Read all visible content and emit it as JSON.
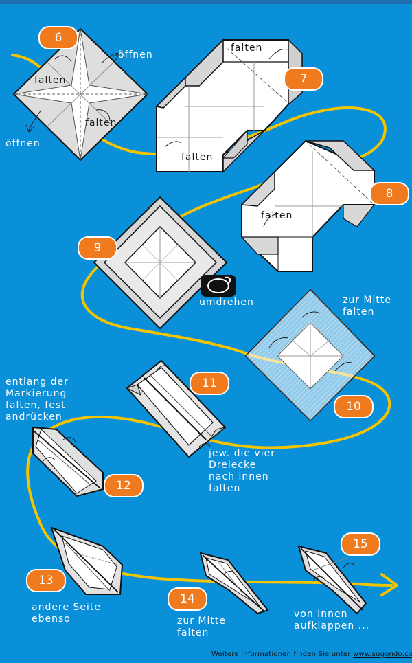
{
  "steps": [
    {
      "number": "6"
    },
    {
      "number": "7"
    },
    {
      "number": "8"
    },
    {
      "number": "9"
    },
    {
      "number": "10"
    },
    {
      "number": "11"
    },
    {
      "number": "12"
    },
    {
      "number": "13"
    },
    {
      "number": "14"
    },
    {
      "number": "15"
    }
  ],
  "labels": {
    "oeffnen": "öffnen",
    "falten": "falten",
    "umdrehen": "umdrehen",
    "zur_mitte_falten": "zur Mitte\nfalten",
    "entlang": "entlang der\nMarkierung\nfalten, fest\nandrücken",
    "dreiecke": "jew. die vier\nDreiecke\nnach innen\nfalten",
    "andere_seite": "andere Seite\nebenso",
    "zur_mitte_falten_14": "zur Mitte\nfalten",
    "von_innen": "von Innen\naufklappen ..."
  },
  "footer": {
    "text": "Weitere Informationen finden Sie unter ",
    "url": "www.sugondo.com"
  },
  "colors": {
    "background": "#0a8fd9",
    "path": "#f5c400",
    "badge": "#f07a1e",
    "paper": "#ffffff",
    "paper_shade": "#d9d9d9"
  }
}
